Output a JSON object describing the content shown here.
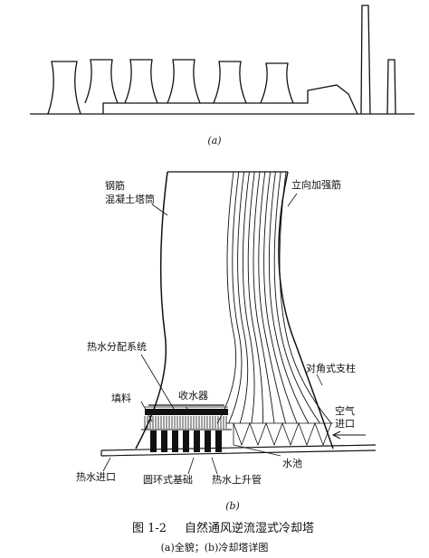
{
  "figure": {
    "sub_a_label": "(a)",
    "sub_b_label": "(b)",
    "caption_number": "图 1-2",
    "caption_title": "自然通风逆流湿式冷却塔",
    "caption_sub": "(a)全貌；(b)冷却塔详图"
  },
  "labels": {
    "shell_line1": "钢筋",
    "shell_line2": "混凝土塔筒",
    "vertical_rib": "立向加强筋",
    "hot_water_distribution": "热水分配系统",
    "diagonal_column": "对角式支柱",
    "fill": "填料",
    "drift_eliminator": "收水器",
    "air_inlet_line1": "空气",
    "air_inlet_line2": "进口",
    "water_basin": "水池",
    "hot_water_inlet": "热水进口",
    "ring_foundation": "圆环式基础",
    "hot_water_riser": "热水上升管"
  },
  "colors": {
    "ink": "#111111",
    "background": "#ffffff"
  }
}
